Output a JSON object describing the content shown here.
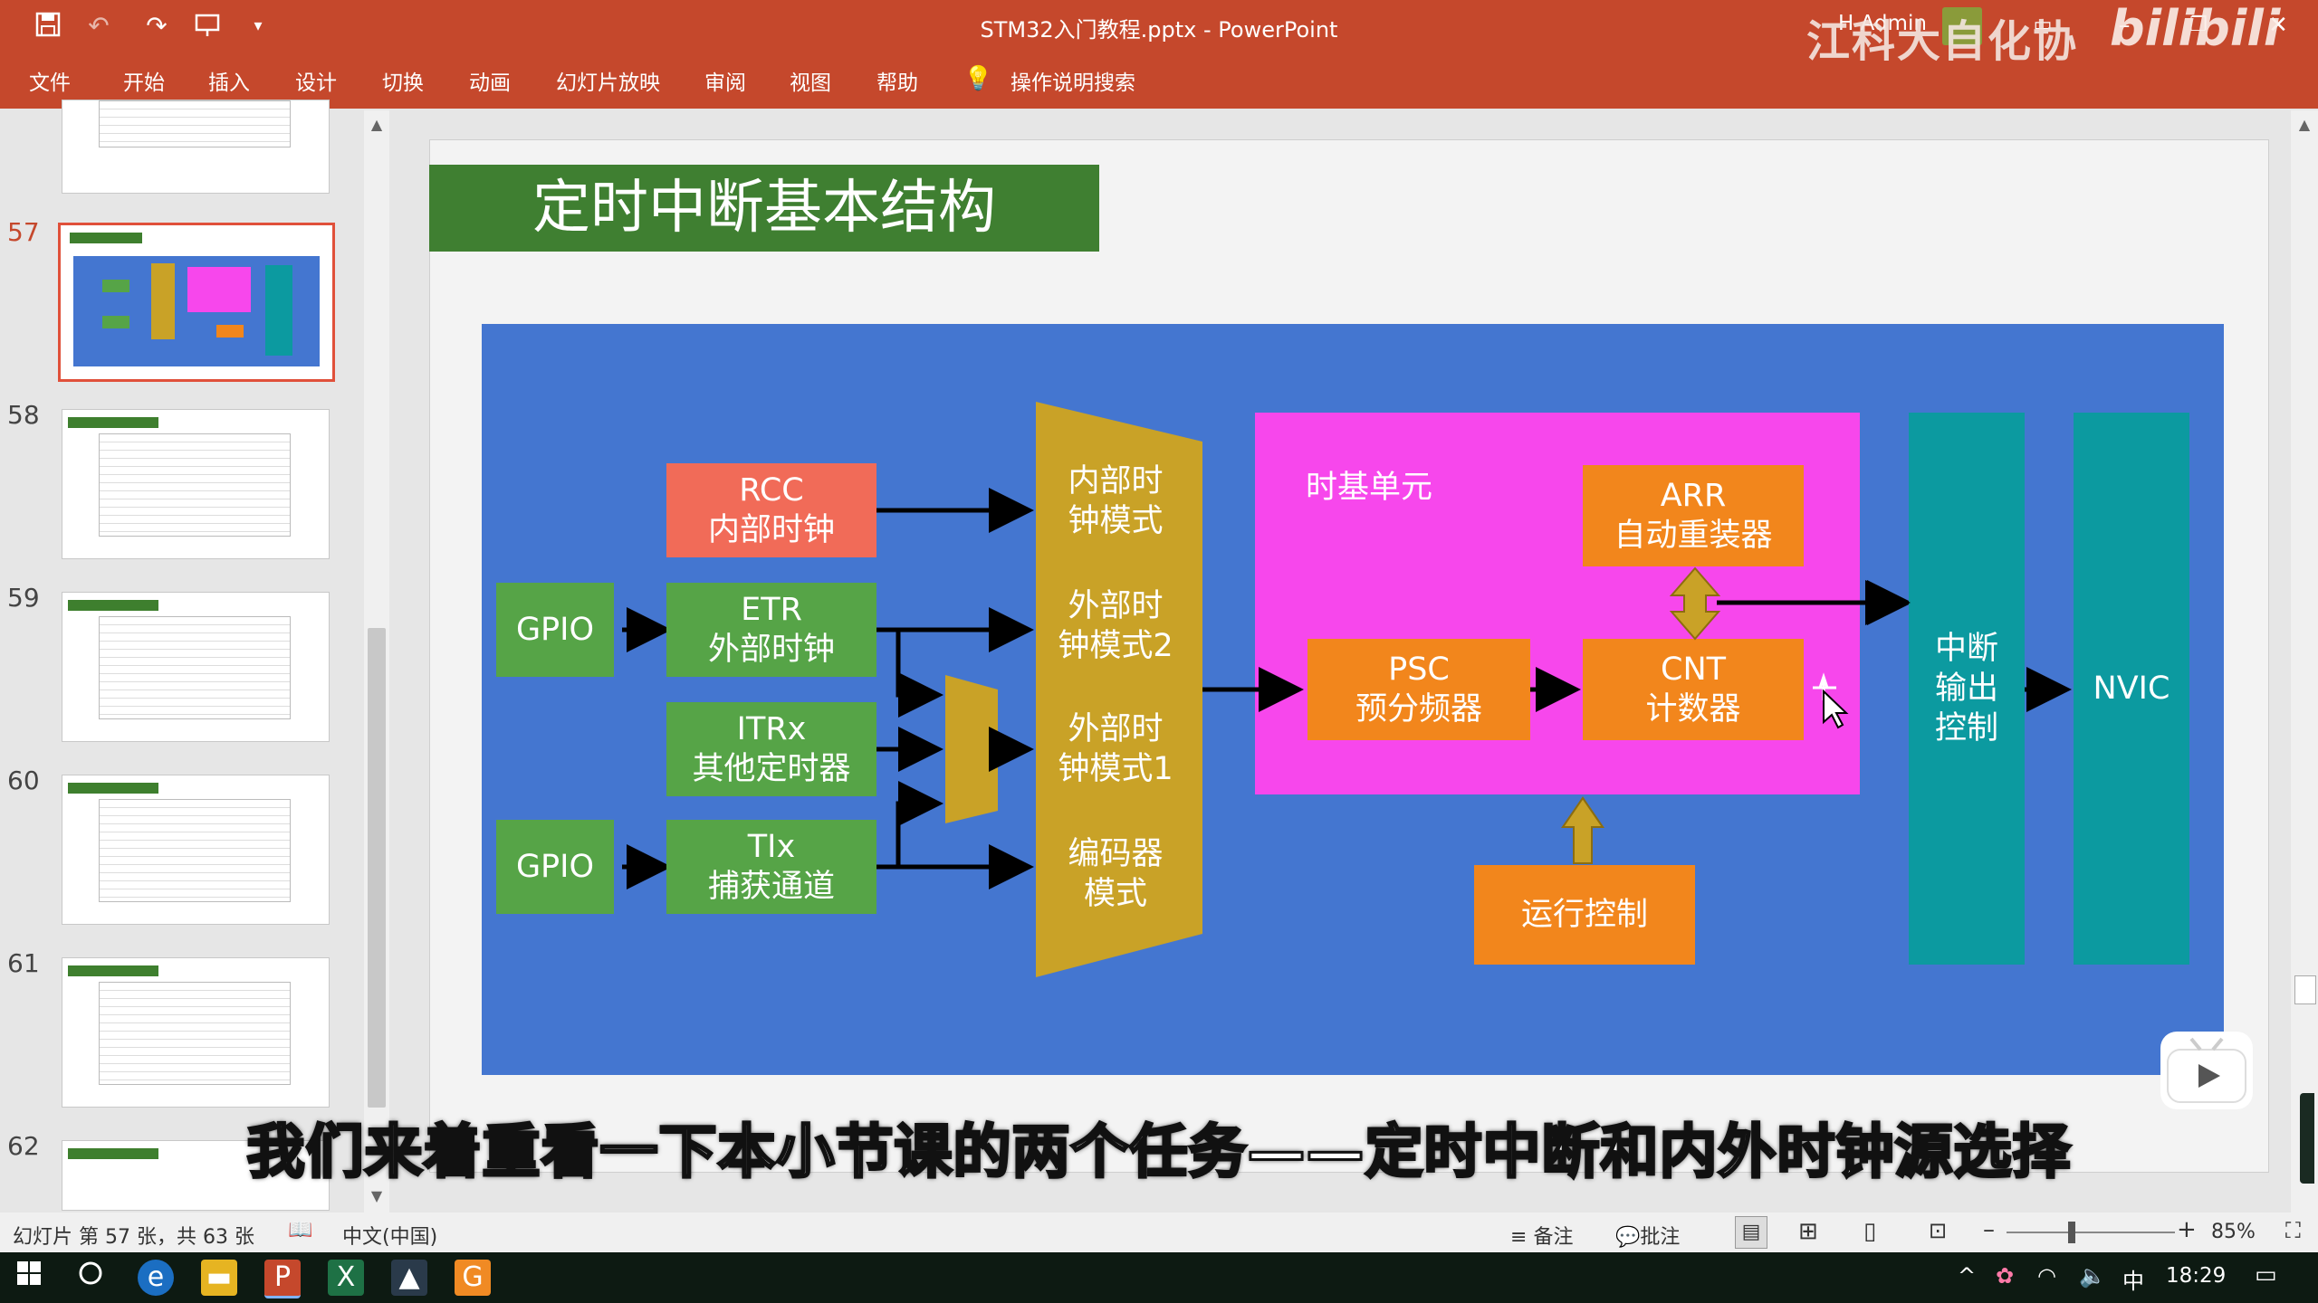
{
  "window": {
    "title": "STM32入门教程.pptx  -  PowerPoint",
    "user": "H Admin",
    "brand_text": "江科大自化协",
    "bili_text": "bilibili"
  },
  "ribbon": {
    "tabs": [
      "文件",
      "开始",
      "插入",
      "设计",
      "切换",
      "动画",
      "幻灯片放映",
      "审阅",
      "视图",
      "帮助"
    ],
    "search_label": "操作说明搜索"
  },
  "thumbnails": {
    "numbers": [
      "57",
      "58",
      "59",
      "60",
      "61",
      "62"
    ]
  },
  "slide": {
    "title": "定时中断基本结构",
    "diagram": {
      "gpio1": "GPIO",
      "gpio2": "GPIO",
      "rcc": [
        "RCC",
        "内部时钟"
      ],
      "etr": [
        "ETR",
        "外部时钟"
      ],
      "itrx": [
        "ITRx",
        "其他定时器"
      ],
      "tix": [
        "TIx",
        "捕获通道"
      ],
      "mux_internal": [
        "内部时",
        "钟模式"
      ],
      "mux_ext2": [
        "外部时",
        "钟模式2"
      ],
      "mux_ext1": [
        "外部时",
        "钟模式1"
      ],
      "mux_encoder": [
        "编码器",
        "模式"
      ],
      "timebase": "时基单元",
      "arr": [
        "ARR",
        "自动重装器"
      ],
      "psc": [
        "PSC",
        "预分频器"
      ],
      "cnt": [
        "CNT",
        "计数器"
      ],
      "run": "运行控制",
      "irq": [
        "中断",
        "输出",
        "控制"
      ],
      "nvic": "NVIC"
    }
  },
  "subtitle": "我们来着重看一下本小节课的两个任务——定时中断和内外时钟源选择",
  "status": {
    "slide_info": "幻灯片 第 57 张，共 63 张",
    "language": "中文(中国)",
    "notes": "备注",
    "comments": "批注",
    "zoom": "85%"
  },
  "taskbar": {
    "ime": "中",
    "time": "18:29"
  },
  "colors": {
    "accent": "#c5482c",
    "title_green": "#3f7f31",
    "diagram_blue": "#4476d0",
    "box_green": "#56a447",
    "box_red": "#f16b58",
    "box_orange": "#f2861c",
    "mux_gold": "#c9a227",
    "timebase_pink": "#f747ec",
    "teal": "#0c9aa0"
  }
}
